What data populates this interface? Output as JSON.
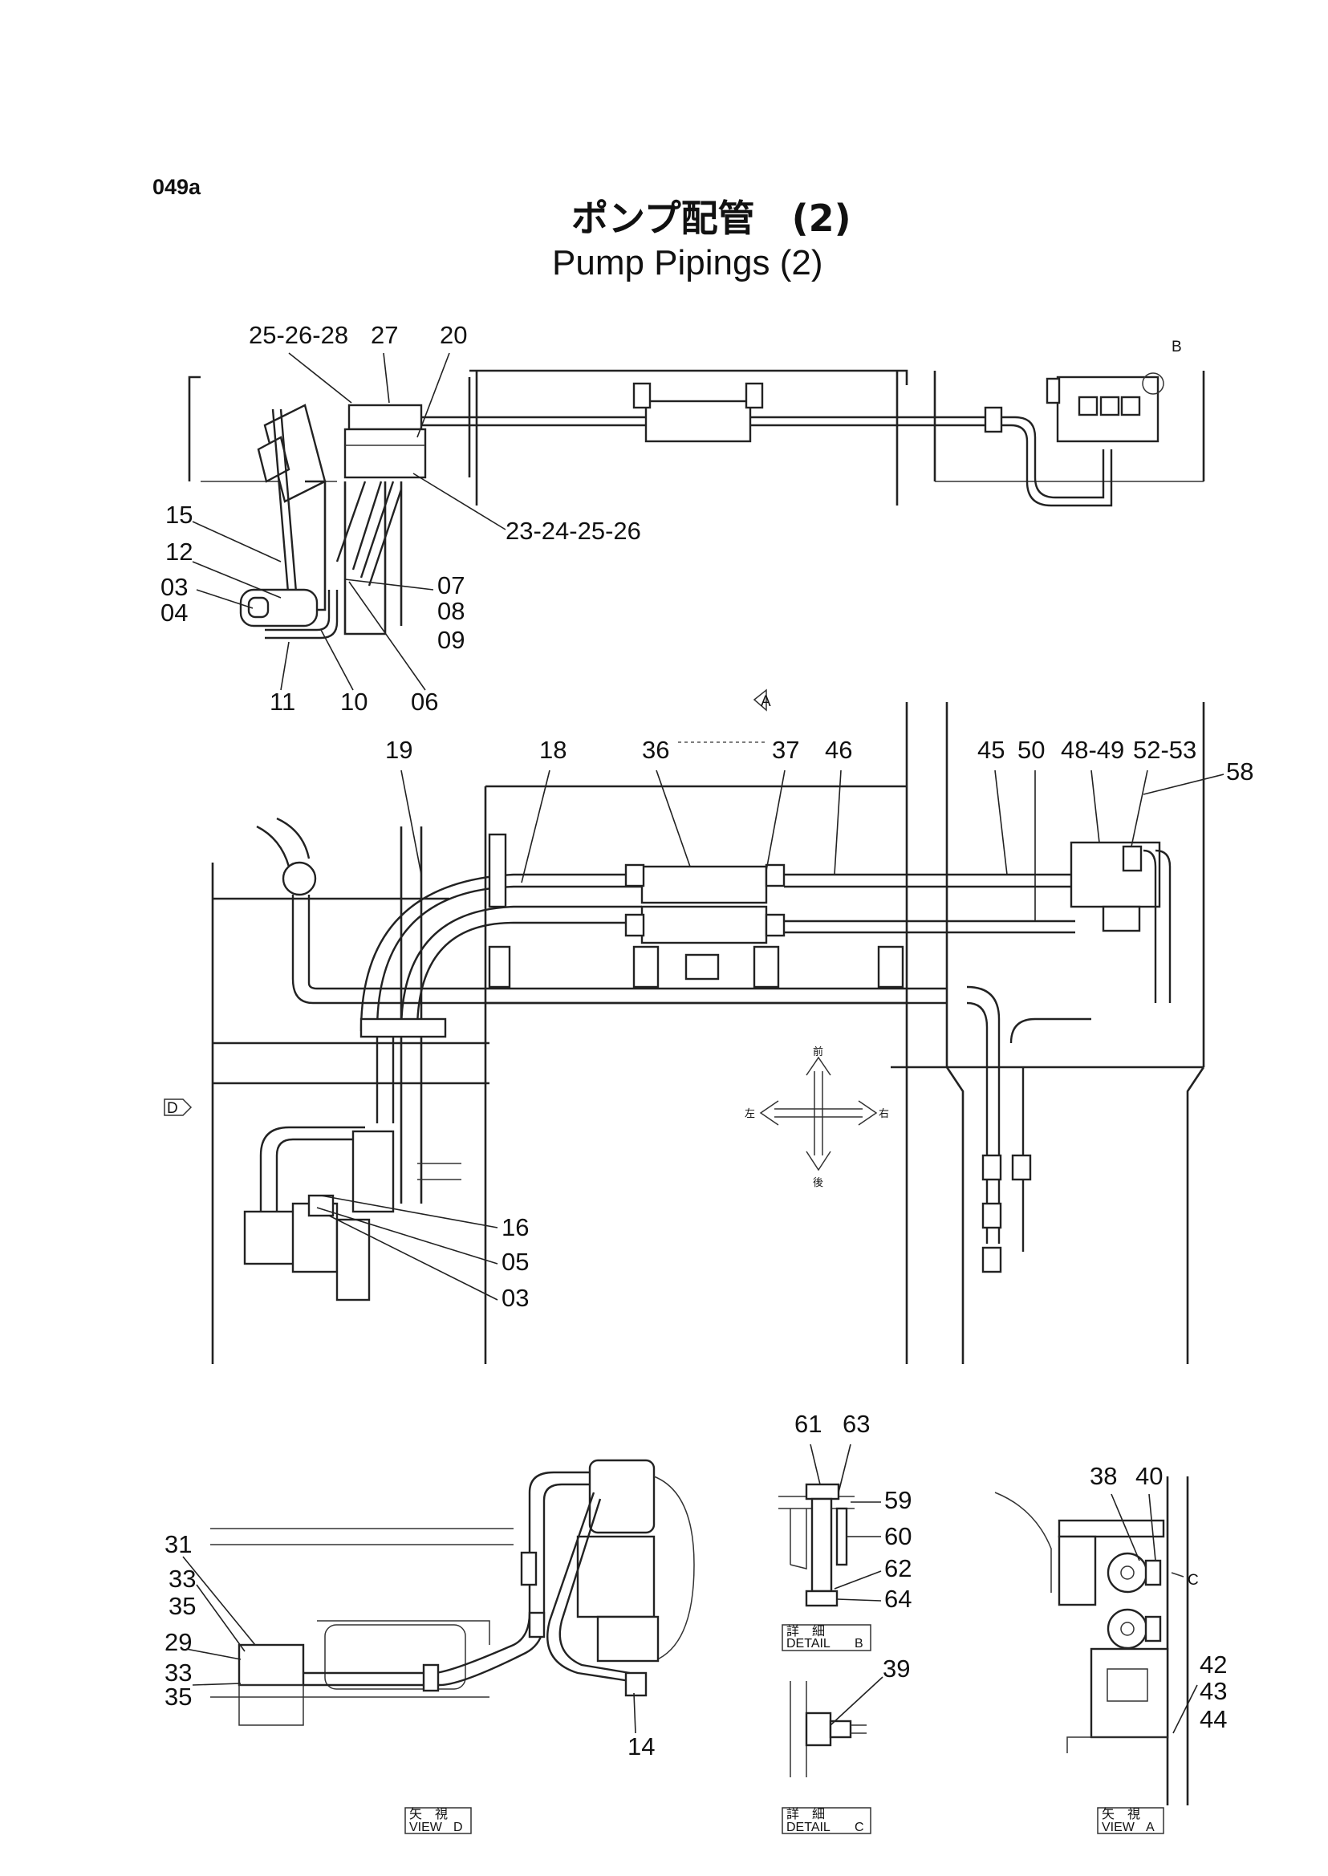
{
  "page": {
    "code": "049a",
    "title_jp": "ポンプ配管　(2)",
    "title_en": "Pump Pipings (2)"
  },
  "callouts": {
    "top": [
      "25-26-28",
      "27",
      "20",
      "B",
      "15",
      "12",
      "03",
      "04",
      "07",
      "08",
      "09",
      "23-24-25-26",
      "11",
      "10",
      "06"
    ],
    "middle": [
      "A",
      "19",
      "18",
      "36",
      "37",
      "46",
      "45",
      "50",
      "48-49",
      "52-53",
      "58",
      "D",
      "16",
      "05",
      "03"
    ],
    "compass": [
      "前",
      "左",
      "右",
      "後"
    ],
    "view_d": [
      "31",
      "33",
      "35",
      "29",
      "33",
      "35",
      "14"
    ],
    "detail_b": [
      "61",
      "63",
      "59",
      "60",
      "62",
      "64"
    ],
    "detail_c": [
      "39"
    ],
    "view_a": [
      "38",
      "40",
      "C",
      "42",
      "43",
      "44"
    ]
  },
  "captions": {
    "detail_b": {
      "jp": "詳　細",
      "en": "DETAIL",
      "letter": "B"
    },
    "detail_c": {
      "jp": "詳　細",
      "en": "DETAIL",
      "letter": "C"
    },
    "view_d": {
      "jp": "矢　視",
      "en": "VIEW",
      "letter": "D"
    },
    "view_a": {
      "jp": "矢　視",
      "en": "VIEW",
      "letter": "A"
    }
  }
}
